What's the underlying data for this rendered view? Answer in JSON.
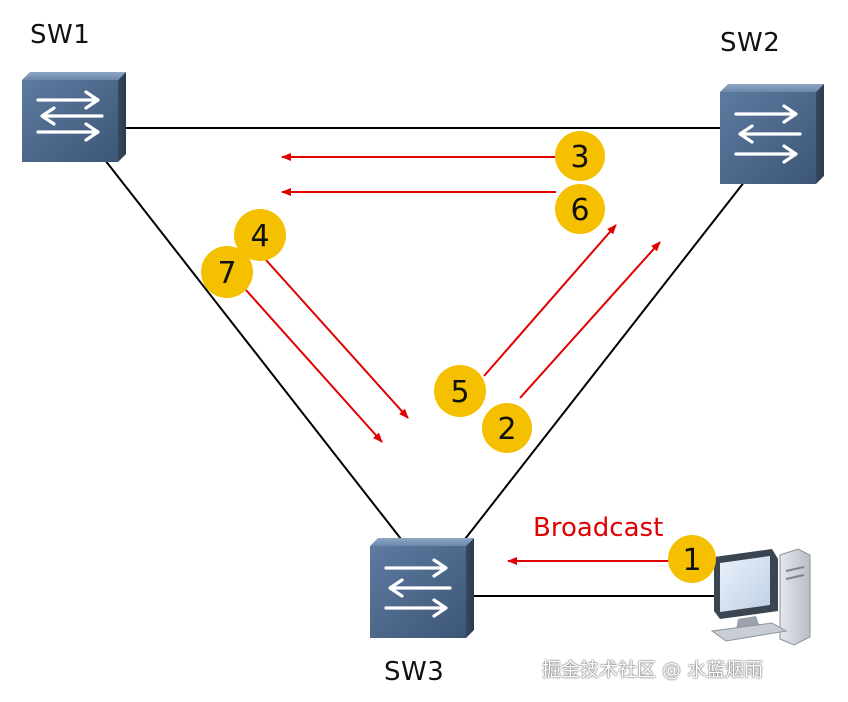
{
  "switches": {
    "sw1": {
      "label": "SW1"
    },
    "sw2": {
      "label": "SW2"
    },
    "sw3": {
      "label": "SW3"
    }
  },
  "broadcast": {
    "label": "Broadcast"
  },
  "steps": [
    "1",
    "2",
    "3",
    "4",
    "5",
    "6",
    "7"
  ],
  "watermark": "掘金技术社区 @ 水蓝烟雨",
  "colors": {
    "arrow": "#e00000",
    "step_circle": "#f4c000",
    "switch_face": "#4f6a8c",
    "link": "#000000"
  }
}
